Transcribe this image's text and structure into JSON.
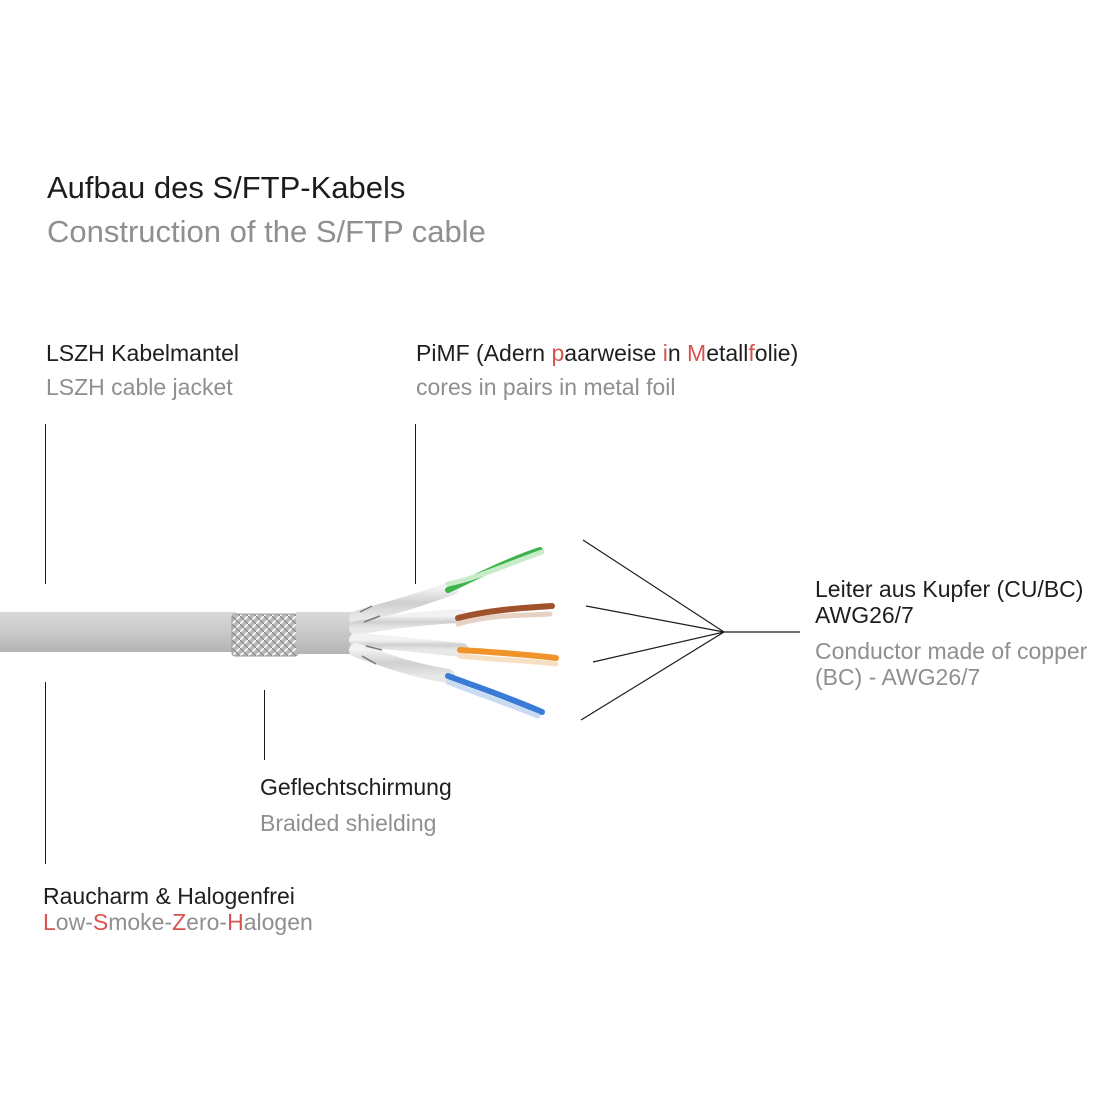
{
  "title": {
    "de": "Aufbau des S/FTP-Kabels",
    "en": "Construction of the S/FTP cable"
  },
  "labels": {
    "jacket": {
      "de": "LSZH Kabelmantel",
      "en": "LSZH cable jacket"
    },
    "pimf": {
      "de_parts": [
        "PiMF (Adern ",
        "p",
        "aarweise ",
        "i",
        "n ",
        "M",
        "etall",
        "f",
        "olie)"
      ],
      "en": "cores in pairs in metal foil"
    },
    "conductor": {
      "de_line1": "Leiter aus Kupfer (CU/BC)",
      "de_line2": "AWG26/7",
      "en_line1": "Conductor made of copper",
      "en_line2": "(BC) - AWG26/7"
    },
    "braid": {
      "de": "Geflechtschirmung",
      "en": "Braided shielding"
    },
    "lszh": {
      "de": "Raucharm & Halogenfrei",
      "en_parts": [
        "L",
        "ow-",
        "S",
        "moke-",
        "Z",
        "ero-",
        "H",
        "alogen"
      ]
    }
  },
  "colors": {
    "highlight": "#d9534f",
    "jacket": "#c9c9c9",
    "pair_green": "#3cb44b",
    "pair_brown": "#a0522d",
    "pair_orange": "#f0932b",
    "pair_blue": "#3a7bd5"
  }
}
